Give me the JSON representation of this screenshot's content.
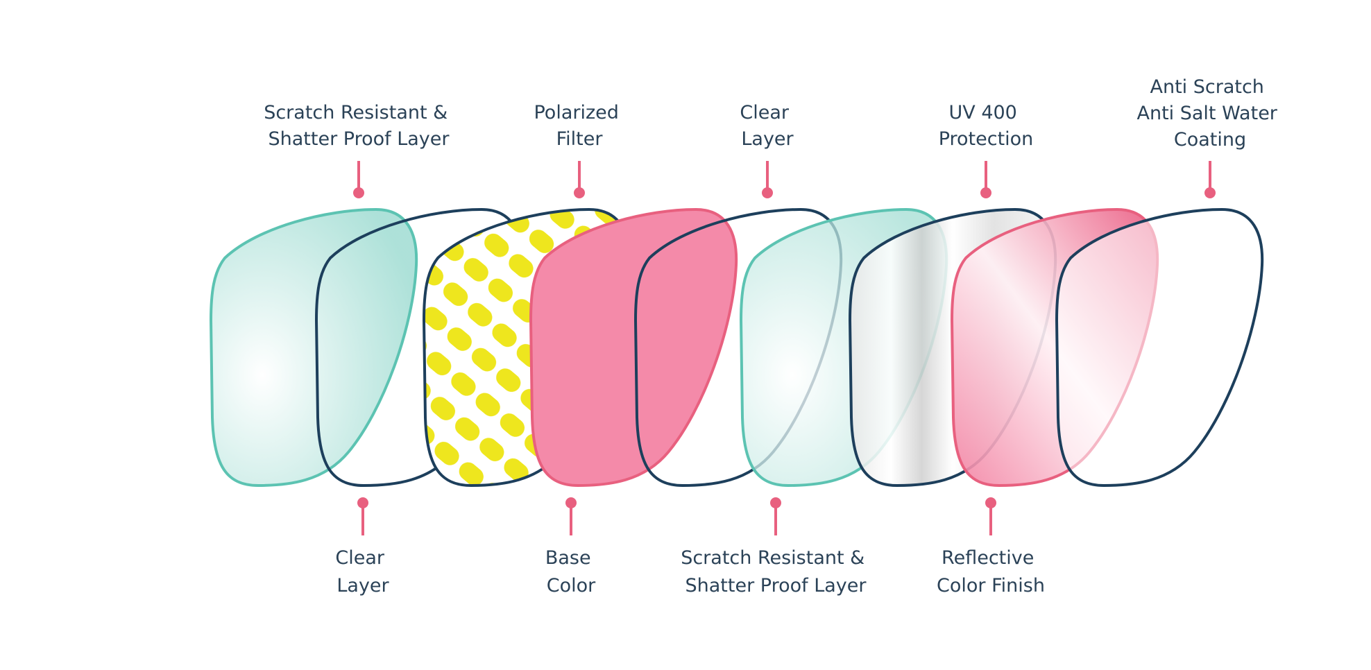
{
  "colors": {
    "navy": "#1d3f5c",
    "teal": "#5cc3b2",
    "pink": "#f48aa9",
    "pink_stroke": "#e8607f",
    "yellow": "#eee61e",
    "text": "#2b4257"
  },
  "top_labels": [
    {
      "lines": [
        "Scratch Resistant &",
        "Shatter Proof Layer"
      ]
    },
    {
      "lines": [
        "Polarized",
        "Filter"
      ]
    },
    {
      "lines": [
        "Clear",
        "Layer"
      ]
    },
    {
      "lines": [
        "UV 400",
        "Protection"
      ]
    },
    {
      "lines": [
        "Anti Scratch",
        "Anti Salt Water",
        "Coating"
      ]
    }
  ],
  "bottom_labels": [
    {
      "lines": [
        "Clear",
        "Layer"
      ]
    },
    {
      "lines": [
        "Base",
        "Color"
      ]
    },
    {
      "lines": [
        "Scratch Resistant &",
        "Shatter Proof Layer"
      ]
    },
    {
      "lines": [
        "Reflective",
        "Color Finish"
      ]
    }
  ]
}
